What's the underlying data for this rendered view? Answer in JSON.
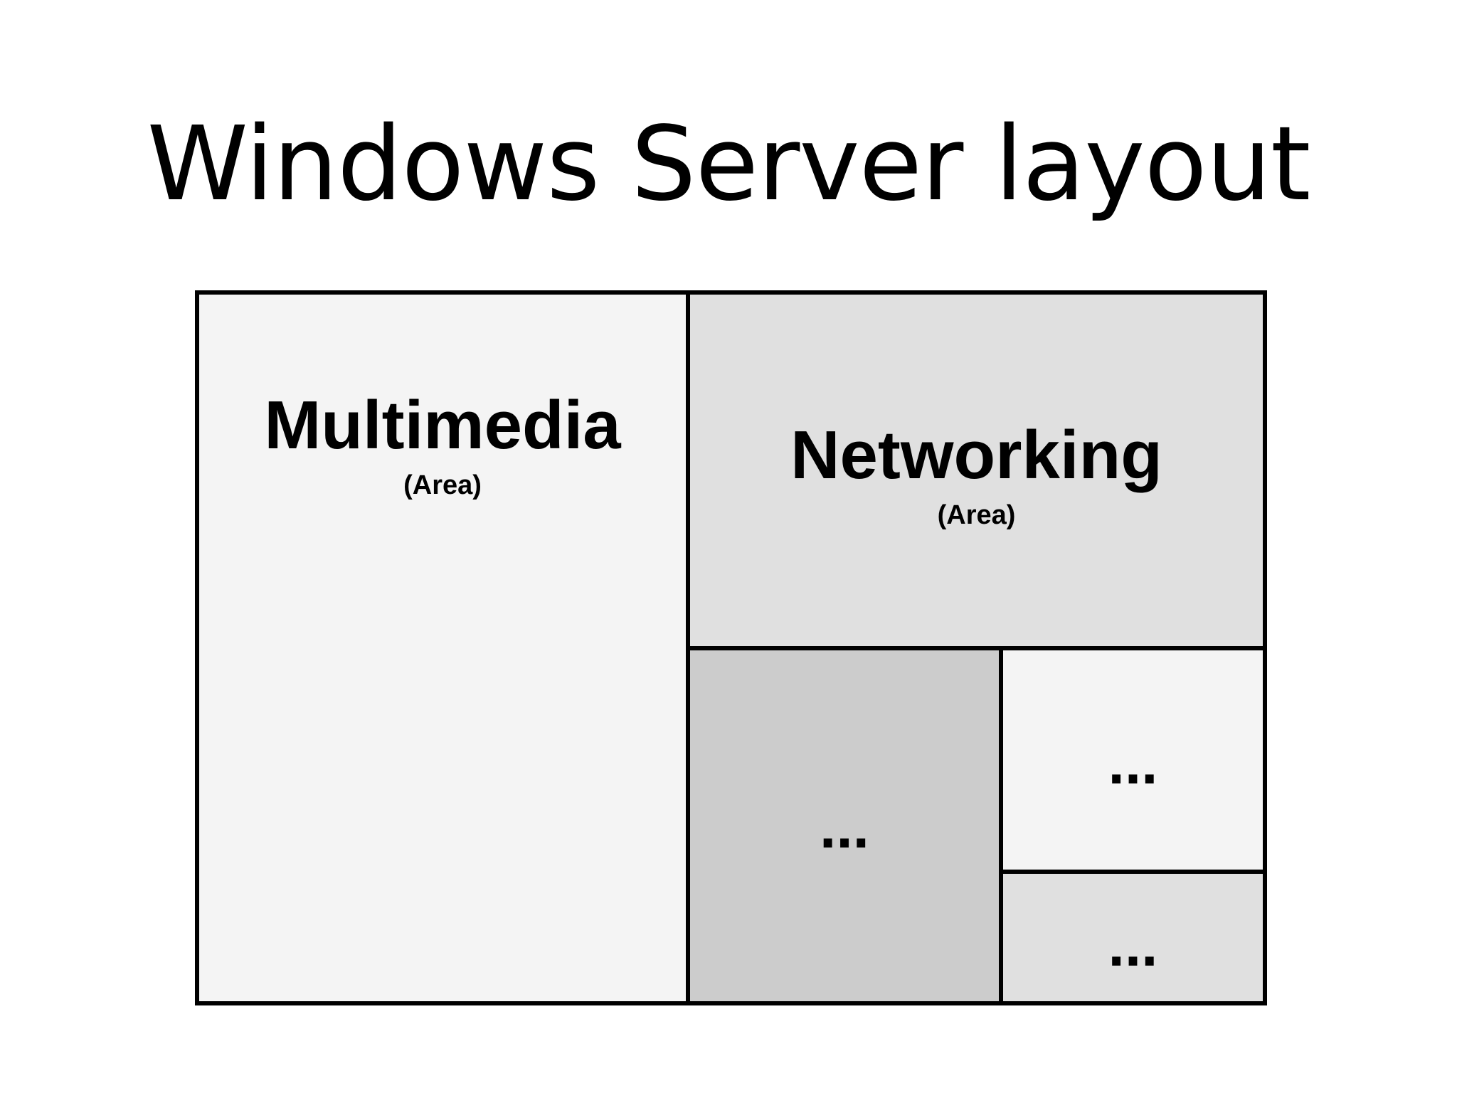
{
  "title": "Windows Server layout",
  "areas": [
    {
      "name": "Multimedia",
      "subtitle": "(Area)",
      "fill": "#f4f4f4"
    },
    {
      "name": "Networking",
      "subtitle": "(Area)",
      "fill": "#e0e0e0"
    },
    {
      "name": "...",
      "fill": "#cccccc"
    },
    {
      "name": "...",
      "fill": "#f4f4f4"
    },
    {
      "name": "...",
      "fill": "#e0e0e0"
    }
  ]
}
